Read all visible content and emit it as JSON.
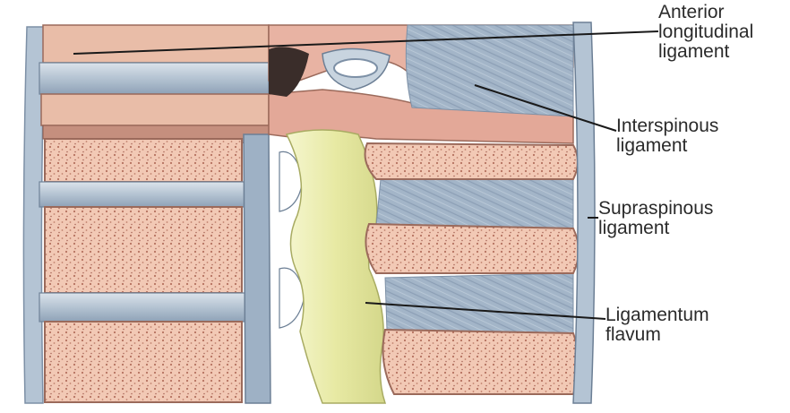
{
  "labels": {
    "anterior_longitudinal": [
      "Anterior",
      "longitudinal",
      "ligament"
    ],
    "interspinous": [
      "Interspinous",
      "ligament"
    ],
    "supraspinous": [
      "Supraspinous",
      "ligament"
    ],
    "ligamentum_flavum": [
      "Ligamentum",
      "flavum"
    ]
  },
  "colors": {
    "vertebral_body": "#f2c9b5",
    "cancellous_dots": "#b5715f",
    "disc": "#c6d3df",
    "ligament_blue": "#9aaec4",
    "flavum_yellow": "#eef0b0",
    "bone_pink": "#e8b3a3",
    "leader_line": "#1a1a1a"
  }
}
